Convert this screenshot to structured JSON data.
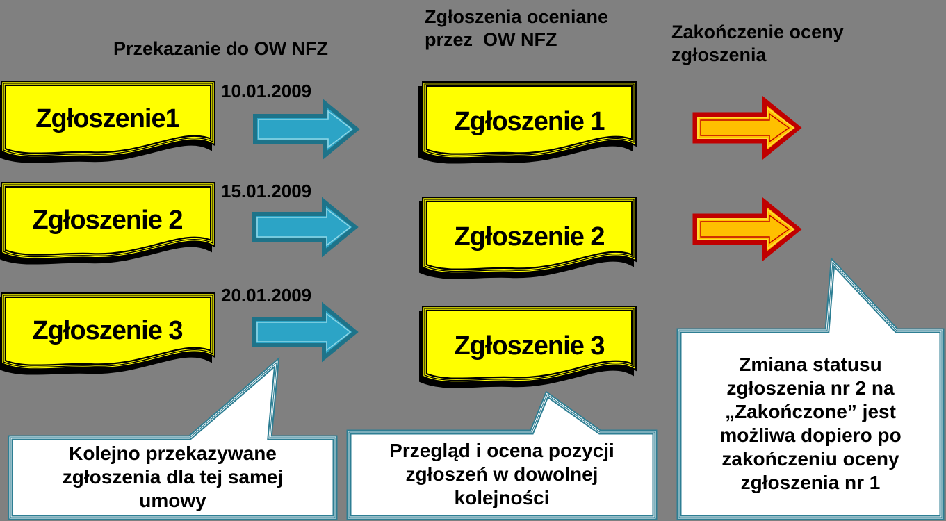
{
  "headers": {
    "transfer": "Przekazanie do OW NFZ",
    "evaluated": "Zgłoszenia oceniane\nprzez  OW NFZ",
    "completion": "Zakończenie oceny\nzgłoszenia"
  },
  "documents_sent": [
    {
      "label": "Zgłoszenie1",
      "date": "10.01.2009"
    },
    {
      "label": "Zgłoszenie 2",
      "date": "15.01.2009"
    },
    {
      "label": "Zgłoszenie 3",
      "date": "20.01.2009"
    }
  ],
  "documents_evaluated": [
    {
      "label": "Zgłoszenie 1"
    },
    {
      "label": "Zgłoszenie 2"
    },
    {
      "label": "Zgłoszenie 3"
    }
  ],
  "callouts": {
    "left": "Kolejno przekazywane\nzgłoszenia dla tej samej\numowy",
    "middle": "Przegląd i ocena pozycji\nzgłoszeń w dowolnej\nkolejności",
    "right": "Zmiana statusu\nzgłoszenia nr 2 na\n„Zakończone” jest\nmożliwa dopiero po\nzakończeniu oceny\nzgłoszenia nr 1"
  },
  "colors": {
    "background": "#808080",
    "document_fill": "#FFFF00",
    "document_border": "#000000",
    "transfer_arrow_fill": "#2CA4C6",
    "transfer_arrow_border": "#1E7389",
    "completion_arrow_fill": "#FFC000",
    "completion_arrow_border": "#C00000",
    "callout_fill": "#FFFFFF",
    "callout_border": "#2E7E93",
    "text": "#000000"
  }
}
